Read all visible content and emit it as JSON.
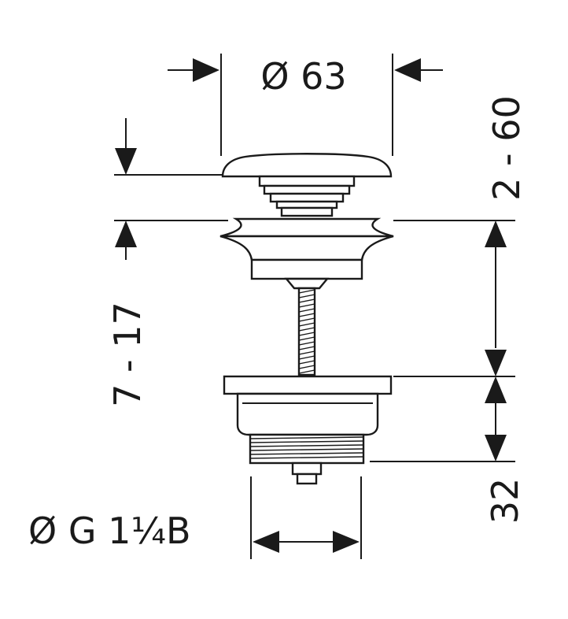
{
  "dimensions": {
    "top_diameter": "Ø 63",
    "cap_lift_range": "2 - 60",
    "basin_thickness_range": "7 - 17",
    "body_height": "32",
    "thread_size": "Ø G 1¼B"
  },
  "colors": {
    "ink": "#1a1a1a",
    "background": "#ffffff"
  }
}
